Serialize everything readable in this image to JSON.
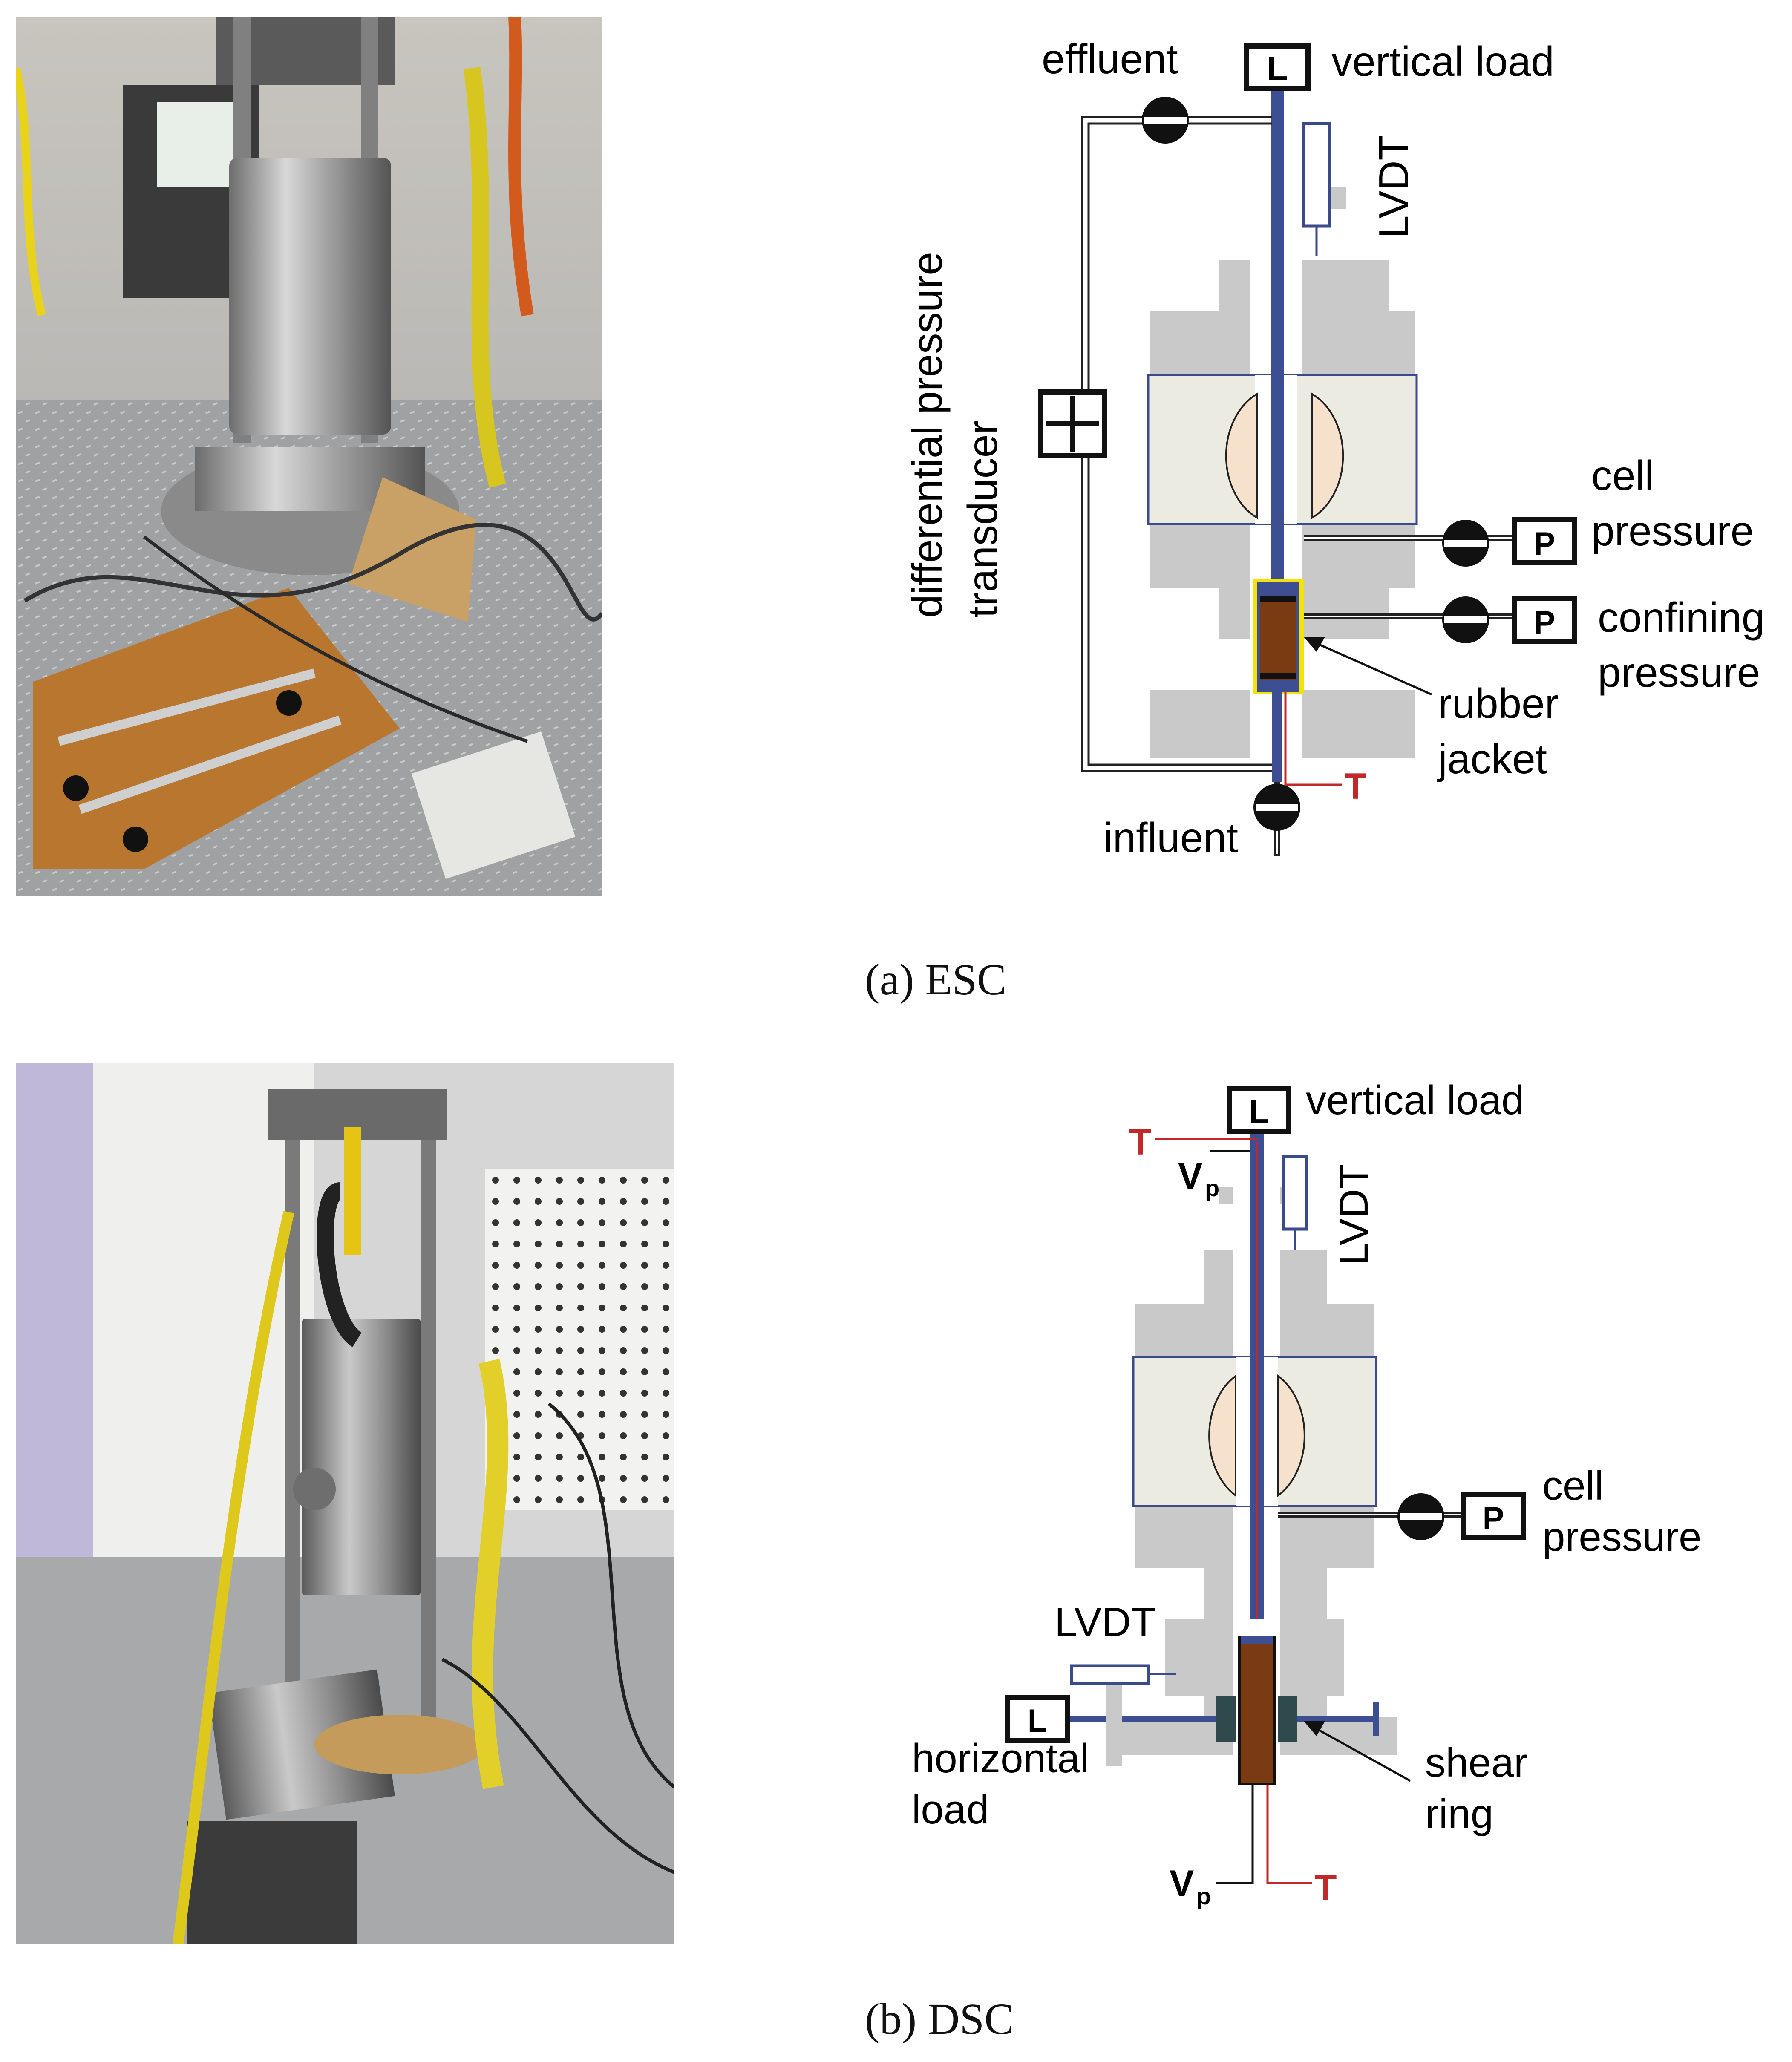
{
  "panel_a": {
    "caption": "(a) ESC",
    "photo_icon": "esc-apparatus-photo",
    "labels": {
      "effluent": "effluent",
      "vertical_load": "vertical load",
      "load_box": "L",
      "lvdt": "LVDT",
      "diff_pressure": "differential pressure",
      "transducer": "transducer",
      "cell": "cell",
      "pressure": "pressure",
      "confining": "confining",
      "pressure2": "pressure",
      "p_box_1": "P",
      "p_box_2": "P",
      "rubber": "rubber",
      "jacket": "jacket",
      "temp": "T",
      "influent": "influent"
    }
  },
  "panel_b": {
    "caption": "(b) DSC",
    "photo_icon": "dsc-apparatus-photo",
    "labels": {
      "load_box": "L",
      "vertical_load": "vertical load",
      "temp_top": "T",
      "vp_top": "V",
      "vp_top_sub": "p",
      "lvdt_top": "LVDT",
      "cell": "cell",
      "pressure": "pressure",
      "p_box": "P",
      "lvdt_side": "LVDT",
      "h_load_box": "L",
      "horizontal": "horizontal",
      "load": "load",
      "shear": "shear",
      "ring": "ring",
      "vp_bottom": "V",
      "vp_bottom_sub": "p",
      "temp_bottom": "T"
    }
  },
  "colors": {
    "cell_gray": "#c9c9c9",
    "chamber_fill": "#ecebe2",
    "chamber_edge": "#3a4a8a",
    "piston_blue": "#3d4f92",
    "specimen_brown": "#7a3b12",
    "jacket_yellow": "#f2e20a",
    "temp_red": "#c0282a",
    "window_peach": "#f6e1cc"
  }
}
